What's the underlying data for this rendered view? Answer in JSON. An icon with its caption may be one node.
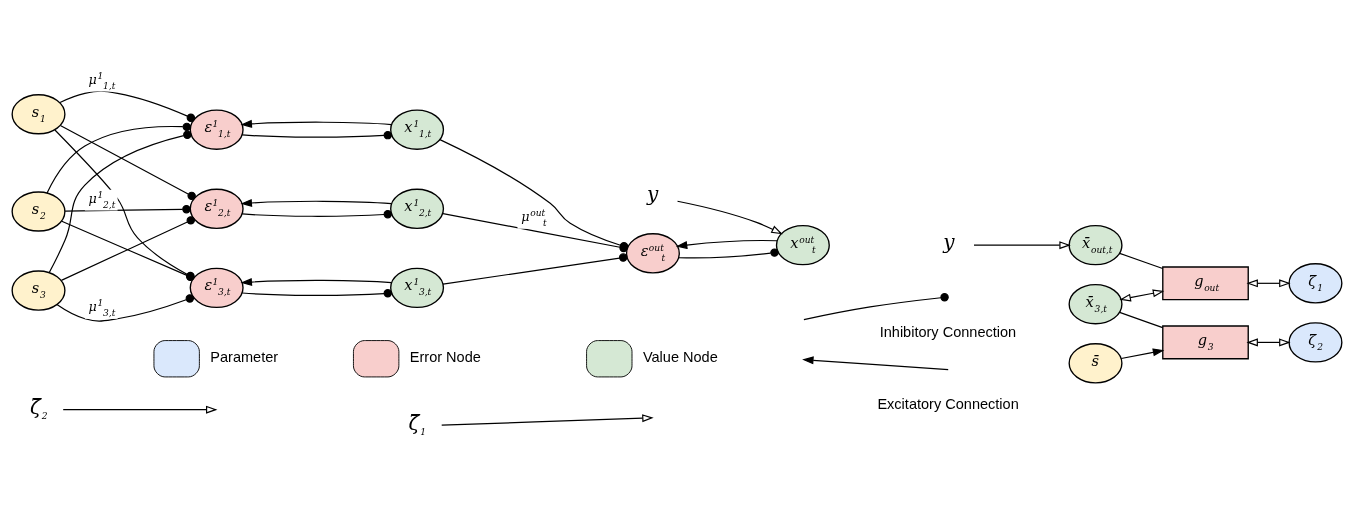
{
  "diagram": {
    "nodes": [
      {
        "text": [
          "s$_{1}$"
        ]
      },
      {
        "text": [
          "s$_{2}$"
        ]
      },
      {
        "text": [
          "s$_{3}$"
        ]
      },
      {
        "text": [
          "ε$^{1}$$_{1,t}$"
        ]
      },
      {
        "text": [
          "x$^{1}$$_{1,t}$"
        ]
      },
      {
        "text": [
          "ε$^{1}$$_{2,t}$"
        ]
      },
      {
        "text": [
          "x$^{1}$$_{2,t}$"
        ]
      },
      {
        "text": [
          "ε$^{1}$$_{3,t}$"
        ]
      },
      {
        "text": [
          "x$^{1}$$_{3,t}$"
        ]
      },
      {
        "text": [
          "ε$^{out}$$_{t}$"
        ]
      },
      {
        "text": [
          "x$^{out}$$_{t}$"
        ]
      },
      {
        "text": [
          "y"
        ]
      },
      {
        "text": [
          "ζ̄$_{2}$"
        ]
      },
      {
        "text": [
          "ζ̄$_{1}$"
        ]
      },
      {
        "text": [
          "y"
        ]
      },
      {
        "text": [
          "x̄$_{out,t}$"
        ]
      },
      {
        "text": [
          "g$_{out}$"
        ]
      },
      {
        "text": [
          "x̄$_{3,t}$"
        ]
      },
      {
        "text": [
          "g$_{3}$"
        ]
      },
      {
        "text": [
          "ζ̄$_{1}$"
        ]
      },
      {
        "text": [
          "ζ̄$_{2}$"
        ]
      },
      {
        "text": [
          "s̄"
        ]
      }
    ],
    "edges": [
      {
        "from": 0,
        "to": 3,
        "arrow": "other",
        "label": "μ$^{1}$$_{1,t}$"
      },
      {
        "from": 0,
        "to": 5,
        "arrow": "other"
      },
      {
        "from": 0,
        "to": 7,
        "arrow": "other"
      },
      {
        "from": 1,
        "to": 3,
        "arrow": "other"
      },
      {
        "from": 1,
        "to": 5,
        "arrow": "other",
        "label": "μ$^{1}$$_{2,t}$"
      },
      {
        "from": 1,
        "to": 7,
        "arrow": "other"
      },
      {
        "from": 2,
        "to": 3,
        "arrow": "other"
      },
      {
        "from": 2,
        "to": 5,
        "arrow": "other"
      },
      {
        "from": 2,
        "to": 7,
        "arrow": "other",
        "label": "μ$^{1}$$_{3,t}$"
      },
      {
        "from": 3,
        "to": 4,
        "arrow": "other"
      },
      {
        "from": 4,
        "to": 3,
        "arrow": "to"
      },
      {
        "from": 5,
        "to": 6,
        "arrow": "other"
      },
      {
        "from": 6,
        "to": 5,
        "arrow": "to"
      },
      {
        "from": 7,
        "to": 8,
        "arrow": "other"
      },
      {
        "from": 8,
        "to": 7,
        "arrow": "to"
      },
      {
        "from": 4,
        "to": 9,
        "arrow": "other"
      },
      {
        "from": 6,
        "to": 9,
        "arrow": "other",
        "label": "μ$^{out}$$_{t}$"
      },
      {
        "from": 8,
        "to": 9,
        "arrow": "other"
      },
      {
        "from": 9,
        "to": 10,
        "arrow": "other"
      },
      {
        "from": 10,
        "to": 9,
        "arrow": "to"
      },
      {
        "from": 11,
        "to": 10,
        "arrow": "to"
      },
      {
        "from": 12,
        "to": null,
        "arrow": "to"
      },
      {
        "from": 13,
        "to": null,
        "arrow": "to"
      },
      {
        "from": 14,
        "to": 15,
        "arrow": "to"
      },
      {
        "from": 15,
        "to": 16,
        "arrow": "none"
      },
      {
        "from": 17,
        "to": 18,
        "arrow": "none"
      },
      {
        "from": 17,
        "to": 16,
        "arrow": "both"
      },
      {
        "from": 16,
        "to": 19,
        "arrow": "both"
      },
      {
        "from": 18,
        "to": 20,
        "arrow": "both"
      },
      {
        "from": 21,
        "to": 18,
        "arrow": "to"
      }
    ],
    "legend": [
      {
        "text": "Parameter",
        "color": "#dae8fc"
      },
      {
        "text": "Error Node",
        "color": "#f8cecc"
      },
      {
        "text": "Value Node",
        "color": "#d5e8d4"
      },
      {
        "text": "Inhibitory Connection"
      },
      {
        "text": "Excitatory Connection"
      }
    ]
  }
}
